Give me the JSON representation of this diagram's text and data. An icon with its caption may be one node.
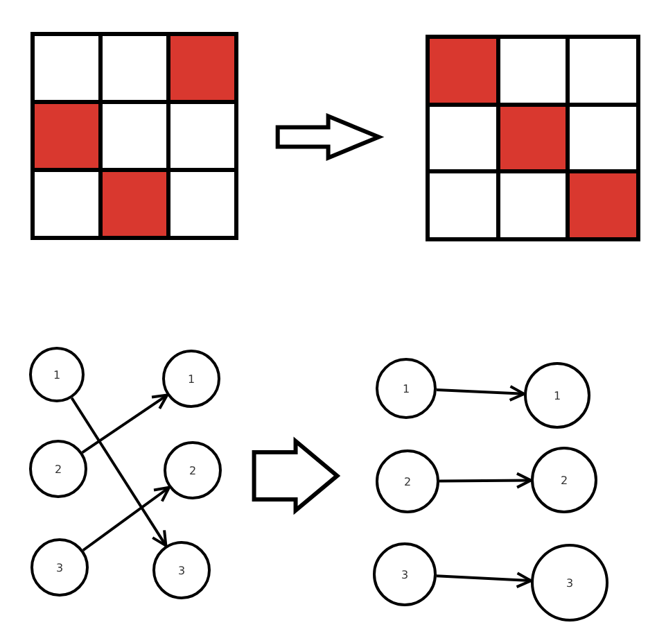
{
  "diagram": {
    "nodes": [
      {
        "text": [],
        "shape": "box"
      },
      {
        "text": [],
        "shape": "box"
      },
      {
        "text": [
          "1"
        ]
      },
      {
        "text": [
          "2"
        ]
      },
      {
        "text": [
          "3"
        ]
      },
      {
        "text": [
          "1"
        ]
      },
      {
        "text": [
          "2"
        ]
      },
      {
        "text": [
          "3"
        ]
      },
      {
        "text": [
          "1"
        ]
      },
      {
        "text": [
          "2"
        ]
      },
      {
        "text": [
          "3"
        ]
      },
      {
        "text": [
          "1"
        ]
      },
      {
        "text": [
          "2"
        ]
      },
      {
        "text": [
          "3"
        ]
      }
    ],
    "edges": [
      {
        "from": 0,
        "to": 1,
        "arrow": "to",
        "style": "thick"
      },
      {
        "from": 2,
        "to": 7,
        "arrow": "to"
      },
      {
        "from": 3,
        "to": 5,
        "arrow": "to"
      },
      {
        "from": 4,
        "to": 6,
        "arrow": "to"
      },
      {
        "from": 8,
        "to": 11,
        "arrow": "to"
      },
      {
        "from": 9,
        "to": 12,
        "arrow": "to"
      },
      {
        "from": 10,
        "to": 13,
        "arrow": "to"
      },
      {
        "from": 6,
        "to": 9,
        "arrow": "to",
        "style": "thick"
      }
    ]
  }
}
